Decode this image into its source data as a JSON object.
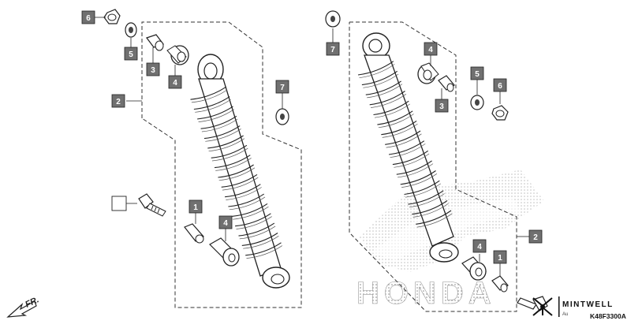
{
  "diagram": {
    "callouts_left": [
      {
        "id": "c-6-left",
        "label": "6"
      },
      {
        "id": "c-5-left",
        "label": "5"
      },
      {
        "id": "c-3-left",
        "label": "3"
      },
      {
        "id": "c-4-left-top",
        "label": "4"
      },
      {
        "id": "c-2-left",
        "label": "2"
      },
      {
        "id": "c-7-left",
        "label": "7"
      },
      {
        "id": "c-blank-left",
        "label": ""
      },
      {
        "id": "c-1-left",
        "label": "1"
      },
      {
        "id": "c-4-left-bottom",
        "label": "4"
      }
    ],
    "callouts_right": [
      {
        "id": "c-7-right",
        "label": "7"
      },
      {
        "id": "c-4-right-top",
        "label": "4"
      },
      {
        "id": "c-3-right",
        "label": "3"
      },
      {
        "id": "c-5-right",
        "label": "5"
      },
      {
        "id": "c-6-right",
        "label": "6"
      },
      {
        "id": "c-2-right",
        "label": "2"
      },
      {
        "id": "c-4-right-bottom",
        "label": "4"
      },
      {
        "id": "c-1-right",
        "label": "1"
      }
    ],
    "front_marker": "FR.",
    "watermark_text": "HONDA",
    "diagram_code": "K48F3300A",
    "brand_logo": "MINTWELL",
    "brand_subtext": "Au"
  },
  "colors": {
    "callout_fill": "#707070",
    "line": "#222222",
    "part_fill": "#ffffff",
    "shadow": "#9a9a9a"
  }
}
